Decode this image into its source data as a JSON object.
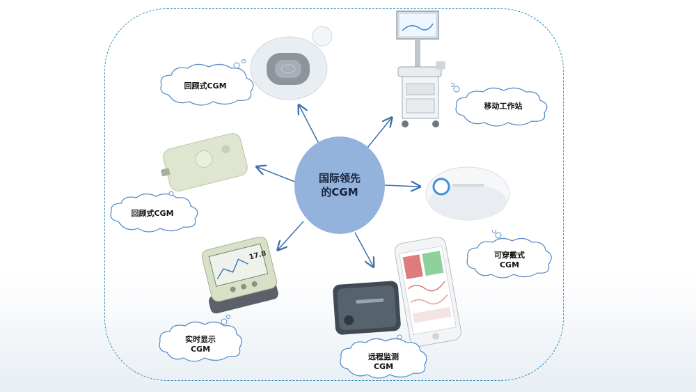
{
  "center": {
    "line1": "国际领先",
    "line2": "的CGM"
  },
  "nodes": {
    "top_left": {
      "label": "回顾式CGM"
    },
    "mid_left": {
      "label": "回顾式CGM"
    },
    "bottom_left": {
      "line1": "实时显示",
      "line2": "CGM"
    },
    "bottom_center": {
      "line1": "远程监测",
      "line2": "CGM"
    },
    "mid_right": {
      "line1": "可穿戴式",
      "line2": "CGM"
    },
    "top_right": {
      "label": "移动工作站"
    }
  },
  "colors": {
    "frame": "#2f8fb8",
    "center_fill": "#93b3dd",
    "arrow": "#3b6fa8",
    "cloud_stroke": "#5a8fc8"
  },
  "icons": {
    "top_left": "patch-sensor-icon",
    "mid_left": "recorder-device-icon",
    "bottom_left": "wrist-monitor-icon",
    "bottom_center": "receiver-box-icon",
    "bottom_center_2": "smartphone-icon",
    "mid_right": "wearable-sensor-icon",
    "top_right": "workstation-cart-icon"
  }
}
